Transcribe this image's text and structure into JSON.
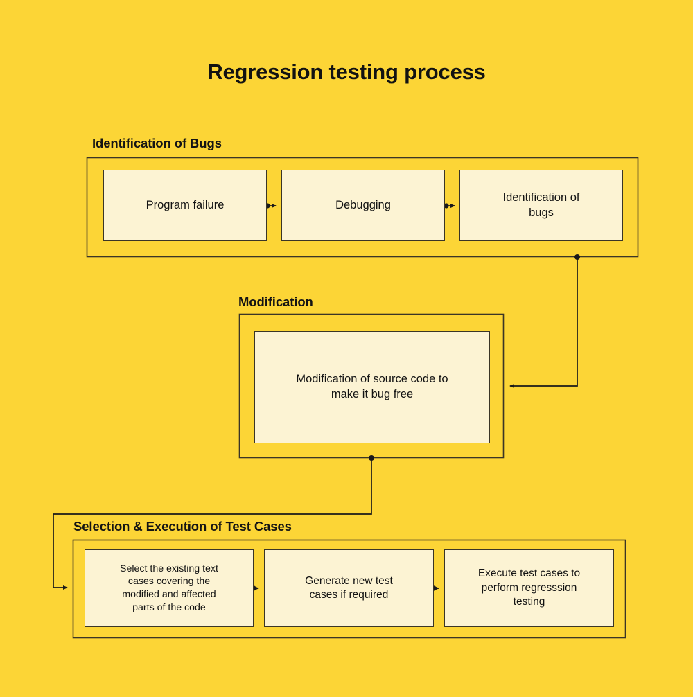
{
  "title": "Regression testing process",
  "colors": {
    "background": "#fcd536",
    "node_fill": "#fcf3d3",
    "stroke": "#3a3526",
    "text": "#131313"
  },
  "groups": [
    {
      "id": "identification-of-bugs",
      "label": "Identification of Bugs",
      "nodes": [
        {
          "id": "program-failure",
          "label": "Program failure"
        },
        {
          "id": "debugging",
          "label": "Debugging"
        },
        {
          "id": "identification-of-bugs-node",
          "label": "Identification of\nbugs"
        }
      ]
    },
    {
      "id": "modification",
      "label": "Modification",
      "nodes": [
        {
          "id": "modification-of-source-code",
          "label": "Modification of source code to\nmake it bug free"
        }
      ]
    },
    {
      "id": "selection-execution-of-test-cases",
      "label": "Selection & Execution of Test Cases",
      "nodes": [
        {
          "id": "select-existing-test-cases",
          "label": "Select the existing text\ncases covering the\nmodified and affected\nparts of the code"
        },
        {
          "id": "generate-new-test-cases",
          "label": "Generate new test\ncases if required"
        },
        {
          "id": "execute-test-cases",
          "label": "Execute test cases to\nperform regresssion\ntesting"
        }
      ]
    }
  ],
  "connectors": [
    {
      "id": "program-failure-to-debugging",
      "from": "program-failure",
      "to": "debugging",
      "kind": "arrow-right"
    },
    {
      "id": "debugging-to-identification",
      "from": "debugging",
      "to": "identification-of-bugs-node",
      "kind": "arrow-right"
    },
    {
      "id": "bugs-group-to-modification-group",
      "from": "identification-of-bugs",
      "to": "modification",
      "kind": "elbow-arrow-left"
    },
    {
      "id": "modification-group-to-selection-group",
      "from": "modification",
      "to": "selection-execution-of-test-cases",
      "kind": "elbow-arrow-right"
    },
    {
      "id": "select-to-generate",
      "from": "select-existing-test-cases",
      "to": "generate-new-test-cases",
      "kind": "arrow-right"
    },
    {
      "id": "generate-to-execute",
      "from": "generate-new-test-cases",
      "to": "execute-test-cases",
      "kind": "arrow-right"
    }
  ]
}
